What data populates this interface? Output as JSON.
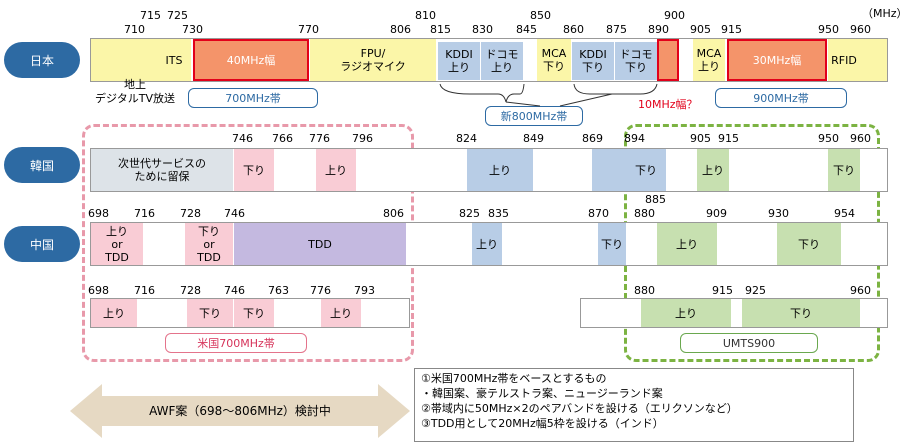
{
  "unit": "（MHz）",
  "countries": {
    "japan": "日本",
    "korea": "韓国",
    "china": "中国"
  },
  "japan": {
    "ticks": [
      "710",
      "715",
      "725",
      "730",
      "770",
      "806",
      "810",
      "815",
      "830",
      "845",
      "850",
      "860",
      "875",
      "890",
      "900",
      "905",
      "915",
      "950",
      "960"
    ],
    "blocks": {
      "its": "ITS",
      "b40": "40MHz幅",
      "fpu": "FPU/\nラジオマイク",
      "kddi_up": "KDDI\n上り",
      "docomo_up": "ドコモ\n上り",
      "mca_down": "MCA\n下り",
      "kddi_down": "KDDI\n下り",
      "docomo_down": "ドコモ\n下り",
      "mca_up": "MCA\n上り",
      "b30": "30MHz幅",
      "rfid": "RFID"
    },
    "dtv": "地上\nデジタルTV放送",
    "band700": "700MHz帯",
    "band800": "新800MHz帯",
    "band900": "900MHz帯",
    "q10": "10MHz幅？"
  },
  "korea": {
    "ticks": [
      "746",
      "766",
      "776",
      "796",
      "824",
      "849",
      "869",
      "894",
      "905",
      "915",
      "950",
      "960"
    ],
    "reserve": "次世代サービスの\nために留保",
    "down": "下り",
    "up": "上り"
  },
  "china": {
    "ticks": [
      "698",
      "716",
      "728",
      "746",
      "806",
      "825",
      "835",
      "870",
      "880",
      "885",
      "909",
      "930",
      "954"
    ],
    "upor": "上り\nor\nTDD",
    "downor": "下り\nor\nTDD",
    "tdd": "TDD",
    "up": "上り",
    "down": "下り"
  },
  "us": {
    "ticks": [
      "698",
      "716",
      "728",
      "746",
      "763",
      "776",
      "793"
    ],
    "up": "上り",
    "down": "下り"
  },
  "umts": {
    "ticks": [
      "880",
      "915",
      "925",
      "960"
    ],
    "up": "上り",
    "down": "下り"
  },
  "us_label": "米国700MHz帯",
  "umts_label": "UMTS900",
  "awf": "AWF案（698～806MHz）検討中",
  "notes": [
    "①米国700MHz帯をベースとするもの",
    "・韓国案、豪テルストラ案、ニュージーランド案",
    "②帯域内に50MHz×2のペアバンドを設ける（エリクソンなど）",
    "③TDD用として20MHz幅5枠を設ける（インド）"
  ],
  "colors": {
    "country": "#2d6aa3",
    "accent_red": "#e2001a",
    "orange": "#f4946a"
  }
}
